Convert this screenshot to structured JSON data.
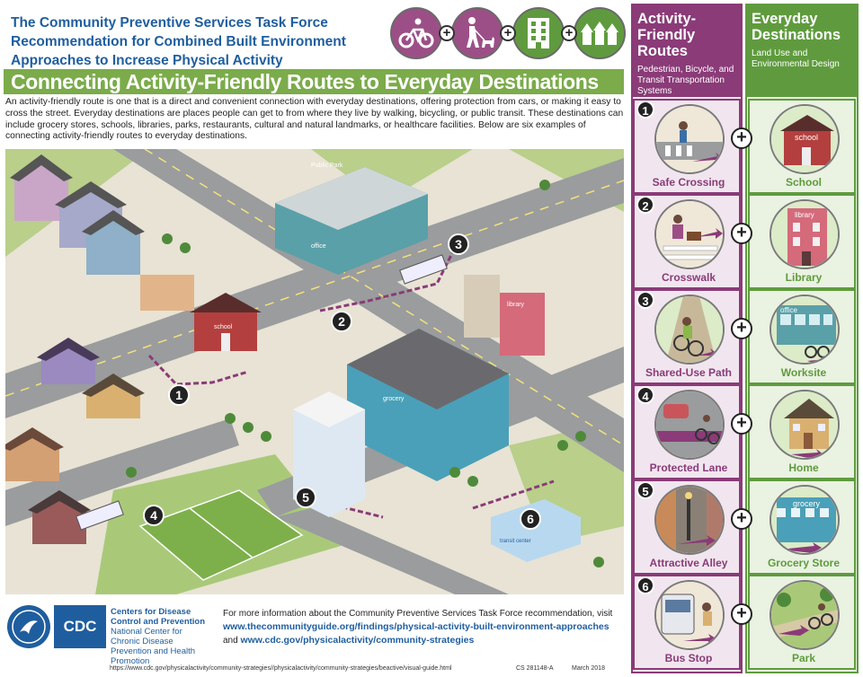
{
  "header": {
    "title": "The Community Preventive Services Task Force Recommendation for Combined Built Environment Approaches to Increase Physical Activity",
    "icons": [
      "bicycle-icon",
      "walking-dog-icon",
      "building-icon",
      "houses-icon"
    ],
    "plus": "+"
  },
  "banner": "Connecting Activity-Friendly Routes to Everyday Destinations",
  "intro": "An activity-friendly route is one that is a direct and convenient connection with everyday destinations, offering protection from cars, or making it easy to cross the street. Everyday destinations are places people can get to from where they live by walking, bicycling, or public transit. These destinations can include grocery stores, schools, libraries, parks, restaurants, cultural and natural landmarks, or healthcare facilities. Below are six examples of connecting activity-friendly routes to everyday destinations.",
  "map": {
    "signs": {
      "park": "Public Park",
      "office": "office",
      "school": "school",
      "library": "library",
      "grocery": "grocery",
      "transit": "transit center"
    },
    "markers": [
      "1",
      "2",
      "3",
      "4",
      "5",
      "6"
    ]
  },
  "routes": {
    "title": "Activity-Friendly Routes",
    "subtitle": "Pedestrian, Bicycle, and Transit Transportation Systems",
    "items": [
      {
        "num": "1",
        "label": "Safe Crossing"
      },
      {
        "num": "2",
        "label": "Crosswalk"
      },
      {
        "num": "3",
        "label": "Shared-Use Path"
      },
      {
        "num": "4",
        "label": "Protected Lane"
      },
      {
        "num": "5",
        "label": "Attractive Alley"
      },
      {
        "num": "6",
        "label": "Bus Stop"
      }
    ]
  },
  "destinations": {
    "title": "Everyday Destinations",
    "subtitle": "Land Use and Environmental Design",
    "items": [
      {
        "label": "School",
        "sign": "school"
      },
      {
        "label": "Library",
        "sign": "library"
      },
      {
        "label": "Worksite",
        "sign": "office"
      },
      {
        "label": "Home"
      },
      {
        "label": "Grocery Store",
        "sign": "grocery"
      },
      {
        "label": "Park"
      }
    ]
  },
  "footer": {
    "cdc": "CDC",
    "org_bold": "Centers for Disease Control and Prevention",
    "org_sub": "National Center for Chronic Disease Prevention and Health Promotion",
    "more_text": "For more information about the Community Preventive Services Task Force recommendation, visit",
    "link1": "www.thecommunityguide.org/findings/physical-activity-built-environment-approaches",
    "and": "and",
    "link2": "www.cdc.gov/physicalactivity/community-strategies",
    "url": "https://www.cdc.gov/physicalactivity/community-strategies//physicalactivity/community-strategies/beactive/visual-guide.html",
    "cs": "CS 281148-A",
    "date": "March 2018"
  },
  "colors": {
    "purple": "#8a3b78",
    "green": "#5f9b3e",
    "blue": "#1f5e9e",
    "banner": "#7bab4a"
  }
}
